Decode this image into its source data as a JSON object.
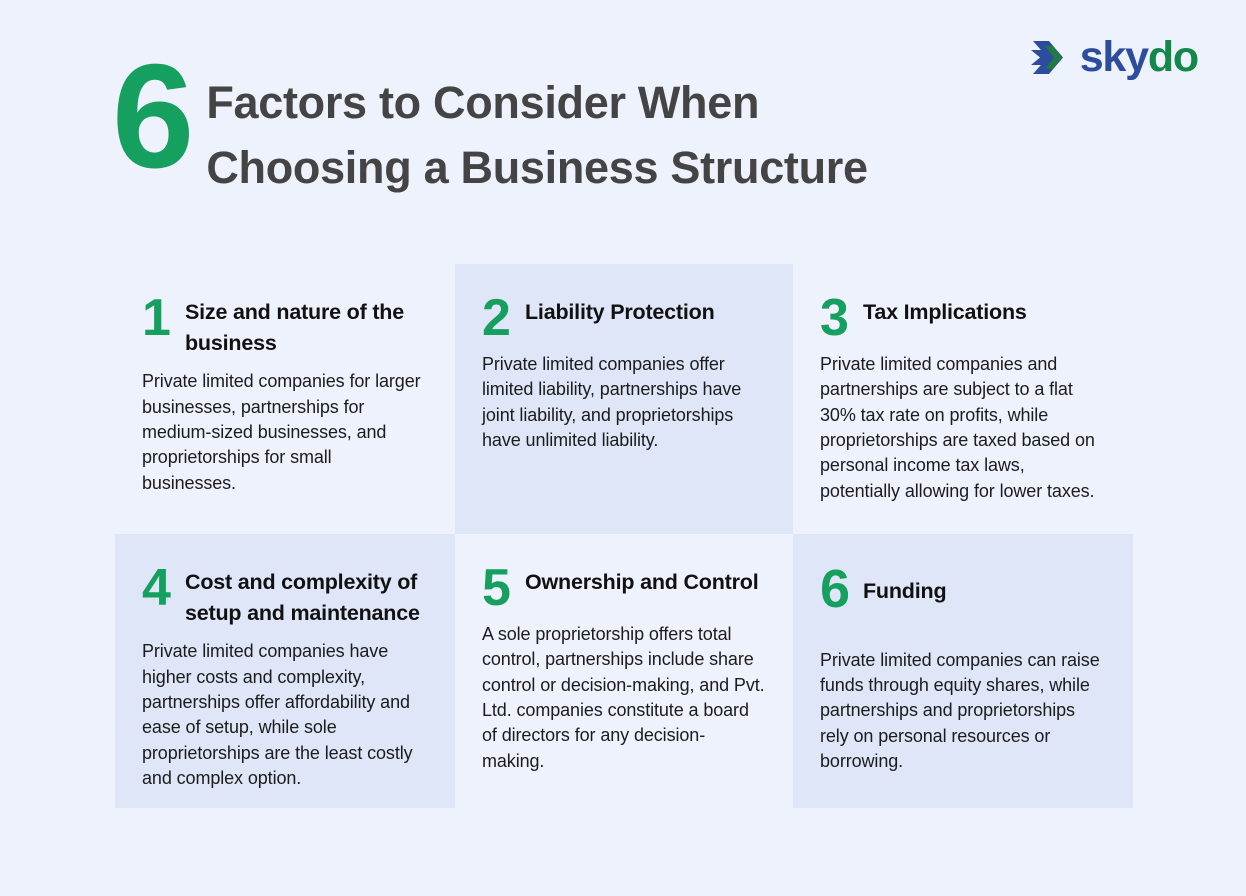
{
  "page": {
    "background_color": "#eef2fc",
    "card_tint_color": "#dee6f8",
    "accent_green": "#16a05f",
    "title_color": "#444444",
    "body_color": "#1c1c1c"
  },
  "header": {
    "title_number": "6",
    "title_text": "Factors to Consider When Choosing a Business Structure"
  },
  "logo": {
    "mark_name": "skydo-chevron-mark",
    "word_primary": "sky",
    "word_accent": "do",
    "primary_color": "#2d4c9e",
    "accent_color": "#14874b"
  },
  "cards": [
    {
      "number": "1",
      "title": "Size and nature of the business",
      "body": "Private limited companies for larger businesses, partnerships for medium-sized businesses, and proprietorships for small businesses.",
      "tinted": false
    },
    {
      "number": "2",
      "title": "Liability Protection",
      "body": "Private limited companies offer limited liability, partnerships have joint liability, and proprietorships have unlimited liability.",
      "tinted": true
    },
    {
      "number": "3",
      "title": "Tax Implications",
      "body": "Private limited companies and partnerships are subject to a flat 30% tax rate on profits, while proprietorships are taxed based on personal income tax laws, potentially allowing for lower taxes.",
      "tinted": false
    },
    {
      "number": "4",
      "title": "Cost and complexity of setup and maintenance",
      "body": "Private limited companies have higher costs and complexity, partnerships offer affordability and ease of setup, while sole proprietorships are the least costly and complex option.",
      "tinted": true
    },
    {
      "number": "5",
      "title": "Ownership and Control",
      "body": "A sole proprietorship offers total control, partnerships include share control or decision-making, and Pvt. Ltd. companies constitute a board of directors for any decision-making.",
      "tinted": false
    },
    {
      "number": "6",
      "title": "Funding",
      "body": "Private limited companies can raise funds through equity shares, while partnerships and proprietorships rely on personal resources or borrowing.",
      "tinted": true
    }
  ]
}
